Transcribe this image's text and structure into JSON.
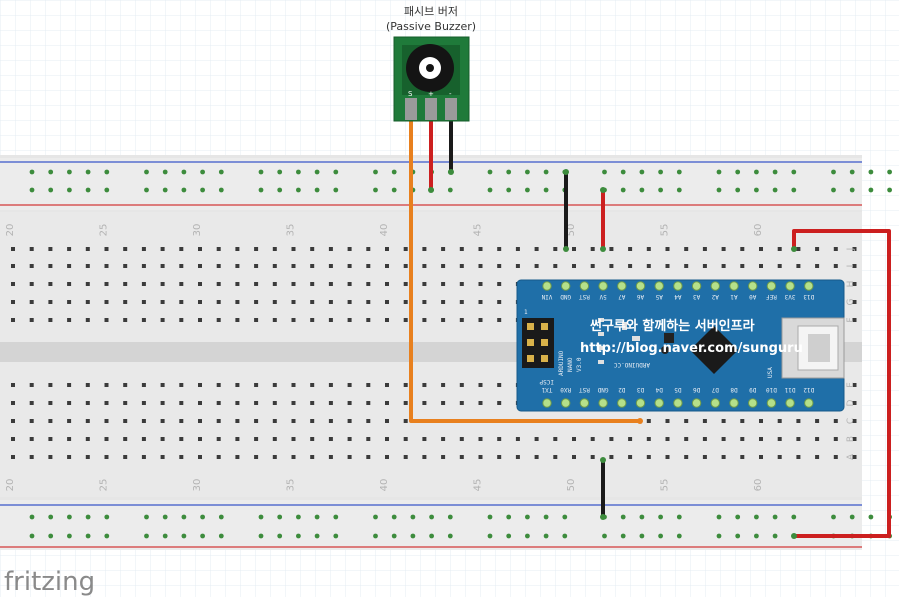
{
  "buzzer": {
    "title_kr": "패시브 버저",
    "title_en": "(Passive Buzzer)",
    "pin_labels": [
      "S",
      "+",
      "-"
    ]
  },
  "breadboard": {
    "column_numbers": [
      "20",
      "25",
      "30",
      "35",
      "40",
      "45",
      "50",
      "55",
      "60"
    ],
    "row_letters_top": [
      "J",
      "I",
      "H",
      "G",
      "F"
    ],
    "row_letters_bottom": [
      "E",
      "D",
      "C",
      "B",
      "A"
    ]
  },
  "arduino": {
    "top_pins": [
      "D12",
      "D11",
      "D10",
      "D9",
      "D8",
      "D7",
      "D6",
      "D5",
      "D4",
      "D3",
      "D2",
      "GND",
      "RST",
      "RX0",
      "TX1"
    ],
    "bottom_pins": [
      "D13",
      "3V3",
      "REF",
      "A0",
      "A1",
      "A2",
      "A3",
      "A4",
      "A5",
      "A6",
      "A7",
      "5V",
      "RST",
      "GND",
      "VIN"
    ],
    "side_text": [
      "ARDUINO",
      "NANO",
      "V3.0"
    ],
    "cc_text": "ARDUINO.CC",
    "icsp": "ICSP",
    "usa": "USA",
    "one": "1"
  },
  "watermark": {
    "line1": "썬구루와 함께하는 서버인프라",
    "line2": "http://blog.naver.com/sunguru"
  },
  "brand": "fritzing",
  "colors": {
    "wire_orange": "#e8801e",
    "wire_red": "#cc1f1f",
    "wire_black": "#1a1a1a",
    "arduino_blue": "#1f6fa8",
    "buzzer_green": "#1f7a3a",
    "board": "#e9e9e9"
  }
}
